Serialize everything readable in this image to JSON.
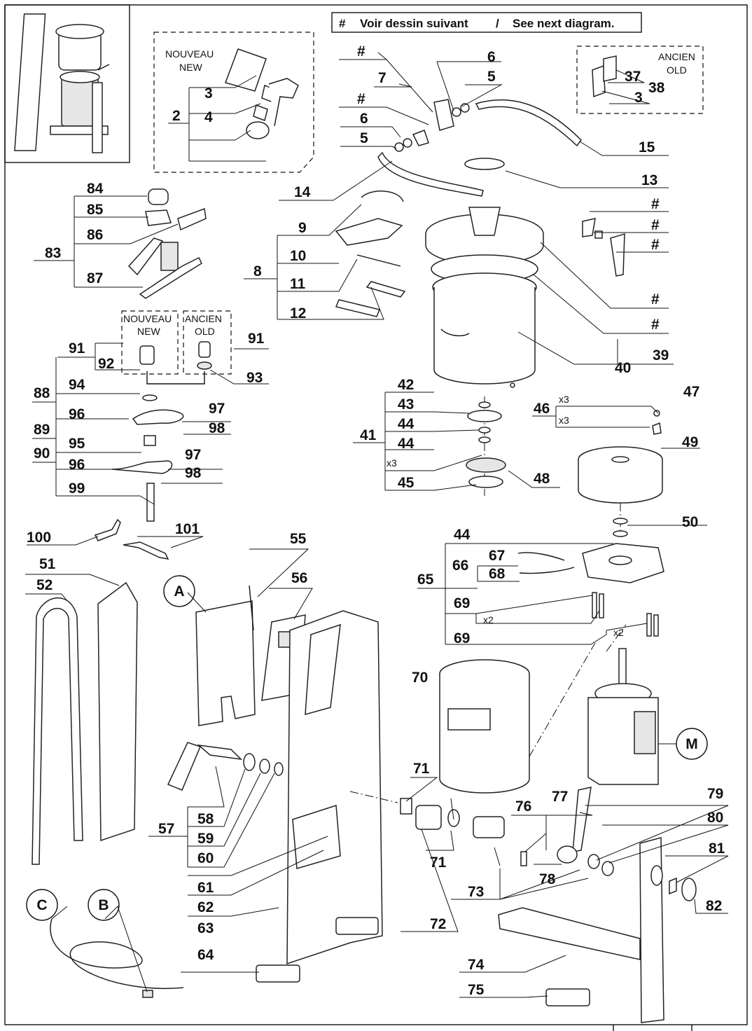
{
  "header": {
    "note_symbol": "#",
    "note_text": "Voir dessin suivant",
    "note_sep": "/",
    "note_text_en": "See next diagram."
  },
  "groups": {
    "new_top": [
      "NOUVEAU",
      "NEW"
    ],
    "old_top": [
      "ANCIEN",
      "OLD"
    ],
    "new_mid": [
      "NOUVEAU",
      "NEW"
    ],
    "old_mid": [
      "ANCIEN",
      "OLD"
    ]
  },
  "callouts": {
    "A": "A",
    "B": "B",
    "C": "C",
    "M": "M"
  },
  "qty": {
    "x3": "x3",
    "x2": "x2"
  },
  "labels": [
    {
      "id": "lbl-hash-1",
      "text": "#"
    },
    {
      "id": "lbl-6a",
      "text": "6"
    },
    {
      "id": "lbl-7",
      "text": "7"
    },
    {
      "id": "lbl-5a",
      "text": "5"
    },
    {
      "id": "lbl-hash-2",
      "text": "#"
    },
    {
      "id": "lbl-6b",
      "text": "6"
    },
    {
      "id": "lbl-5b",
      "text": "5"
    },
    {
      "id": "lbl-15",
      "text": "15"
    },
    {
      "id": "lbl-14",
      "text": "14"
    },
    {
      "id": "lbl-13",
      "text": "13"
    },
    {
      "id": "lbl-37",
      "text": "37"
    },
    {
      "id": "lbl-38",
      "text": "38"
    },
    {
      "id": "lbl-3b",
      "text": "3"
    },
    {
      "id": "lbl-3",
      "text": "3"
    },
    {
      "id": "lbl-2",
      "text": "2"
    },
    {
      "id": "lbl-4",
      "text": "4"
    },
    {
      "id": "lbl-84",
      "text": "84"
    },
    {
      "id": "lbl-85",
      "text": "85"
    },
    {
      "id": "lbl-86",
      "text": "86"
    },
    {
      "id": "lbl-83",
      "text": "83"
    },
    {
      "id": "lbl-87",
      "text": "87"
    },
    {
      "id": "lbl-9",
      "text": "9"
    },
    {
      "id": "lbl-10",
      "text": "10"
    },
    {
      "id": "lbl-8",
      "text": "8"
    },
    {
      "id": "lbl-11",
      "text": "11"
    },
    {
      "id": "lbl-12",
      "text": "12"
    },
    {
      "id": "lbl-hash-3",
      "text": "#"
    },
    {
      "id": "lbl-hash-4",
      "text": "#"
    },
    {
      "id": "lbl-hash-5",
      "text": "#"
    },
    {
      "id": "lbl-hash-6",
      "text": "#"
    },
    {
      "id": "lbl-hash-7",
      "text": "#"
    },
    {
      "id": "lbl-39",
      "text": "39"
    },
    {
      "id": "lbl-40",
      "text": "40"
    },
    {
      "id": "lbl-91a",
      "text": "91"
    },
    {
      "id": "lbl-92",
      "text": "92"
    },
    {
      "id": "lbl-91b",
      "text": "91"
    },
    {
      "id": "lbl-93",
      "text": "93"
    },
    {
      "id": "lbl-94",
      "text": "94"
    },
    {
      "id": "lbl-88",
      "text": "88"
    },
    {
      "id": "lbl-96a",
      "text": "96"
    },
    {
      "id": "lbl-97a",
      "text": "97"
    },
    {
      "id": "lbl-89",
      "text": "89"
    },
    {
      "id": "lbl-98a",
      "text": "98"
    },
    {
      "id": "lbl-95",
      "text": "95"
    },
    {
      "id": "lbl-90",
      "text": "90"
    },
    {
      "id": "lbl-97b",
      "text": "97"
    },
    {
      "id": "lbl-96b",
      "text": "96"
    },
    {
      "id": "lbl-98b",
      "text": "98"
    },
    {
      "id": "lbl-99",
      "text": "99"
    },
    {
      "id": "lbl-42",
      "text": "42"
    },
    {
      "id": "lbl-43",
      "text": "43"
    },
    {
      "id": "lbl-44a",
      "text": "44"
    },
    {
      "id": "lbl-41",
      "text": "41"
    },
    {
      "id": "lbl-44b",
      "text": "44"
    },
    {
      "id": "lbl-45",
      "text": "45"
    },
    {
      "id": "lbl-48",
      "text": "48"
    },
    {
      "id": "lbl-47",
      "text": "47"
    },
    {
      "id": "lbl-46",
      "text": "46"
    },
    {
      "id": "lbl-49",
      "text": "49"
    },
    {
      "id": "lbl-50",
      "text": "50"
    },
    {
      "id": "lbl-100",
      "text": "100"
    },
    {
      "id": "lbl-101",
      "text": "101"
    },
    {
      "id": "lbl-55",
      "text": "55"
    },
    {
      "id": "lbl-56",
      "text": "56"
    },
    {
      "id": "lbl-51",
      "text": "51"
    },
    {
      "id": "lbl-52",
      "text": "52"
    },
    {
      "id": "lbl-44c",
      "text": "44"
    },
    {
      "id": "lbl-67",
      "text": "67"
    },
    {
      "id": "lbl-66",
      "text": "66"
    },
    {
      "id": "lbl-68",
      "text": "68"
    },
    {
      "id": "lbl-65",
      "text": "65"
    },
    {
      "id": "lbl-69a",
      "text": "69"
    },
    {
      "id": "lbl-69b",
      "text": "69"
    },
    {
      "id": "lbl-70",
      "text": "70"
    },
    {
      "id": "lbl-71a",
      "text": "71"
    },
    {
      "id": "lbl-71b",
      "text": "71"
    },
    {
      "id": "lbl-58",
      "text": "58"
    },
    {
      "id": "lbl-57",
      "text": "57"
    },
    {
      "id": "lbl-59",
      "text": "59"
    },
    {
      "id": "lbl-60",
      "text": "60"
    },
    {
      "id": "lbl-76",
      "text": "76"
    },
    {
      "id": "lbl-77",
      "text": "77"
    },
    {
      "id": "lbl-79",
      "text": "79"
    },
    {
      "id": "lbl-80",
      "text": "80"
    },
    {
      "id": "lbl-78",
      "text": "78"
    },
    {
      "id": "lbl-81",
      "text": "81"
    },
    {
      "id": "lbl-73",
      "text": "73"
    },
    {
      "id": "lbl-82",
      "text": "82"
    },
    {
      "id": "lbl-61",
      "text": "61"
    },
    {
      "id": "lbl-62",
      "text": "62"
    },
    {
      "id": "lbl-63",
      "text": "63"
    },
    {
      "id": "lbl-72",
      "text": "72"
    },
    {
      "id": "lbl-64",
      "text": "64"
    },
    {
      "id": "lbl-74",
      "text": "74"
    },
    {
      "id": "lbl-75",
      "text": "75"
    }
  ]
}
